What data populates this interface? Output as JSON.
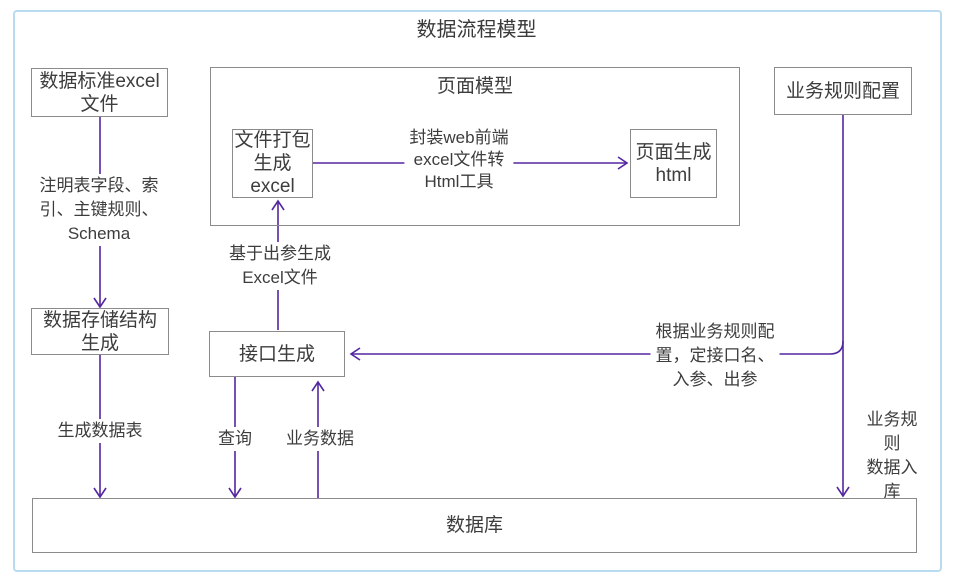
{
  "title": "数据流程模型",
  "colors": {
    "connector": "#53279f",
    "box_border": "#8b8b8b",
    "frame_border": "#b9dbf0",
    "text": "#3d3d3d"
  },
  "nodes": {
    "data_standard": "数据标准excel\n文件",
    "page_model": "页面模型",
    "file_package": "文件打包\n生成\nexcel",
    "page_gen": "页面生成\nhtml",
    "biz_rule": "业务规则配置",
    "data_storage": "数据存储结构\n生成",
    "api_gen": "接口生成",
    "database": "数据库"
  },
  "edge_labels": {
    "note_fields": "注明表字段、索\n引、主键规则、\nSchema",
    "gen_excel": "基于出参生成\nExcel文件",
    "web_tool": "封装web前端\nexcel文件转\nHtml工具",
    "gen_table": "生成数据表",
    "query": "查询",
    "biz_data": "业务数据",
    "rule_config": "根据业务规则配\n置，定接口名、\n入参、出参",
    "rule_store": "业务规则\n数据入库"
  }
}
